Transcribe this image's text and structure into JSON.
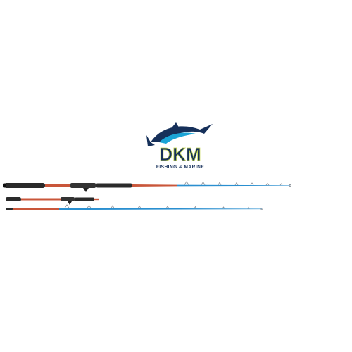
{
  "logo": {
    "brand": "DKM",
    "tagline": "FISHING & MARINE",
    "colors": {
      "navy": "#16305a",
      "teal": "#1aa4d6",
      "lime": "#c8d957"
    }
  },
  "product": {
    "rod_count": 2,
    "colors": {
      "grip": "#2a2a2a",
      "blank_red": "#c9563a",
      "blank_blue": "#2a8fd0",
      "guide": "#8a8f96"
    }
  }
}
